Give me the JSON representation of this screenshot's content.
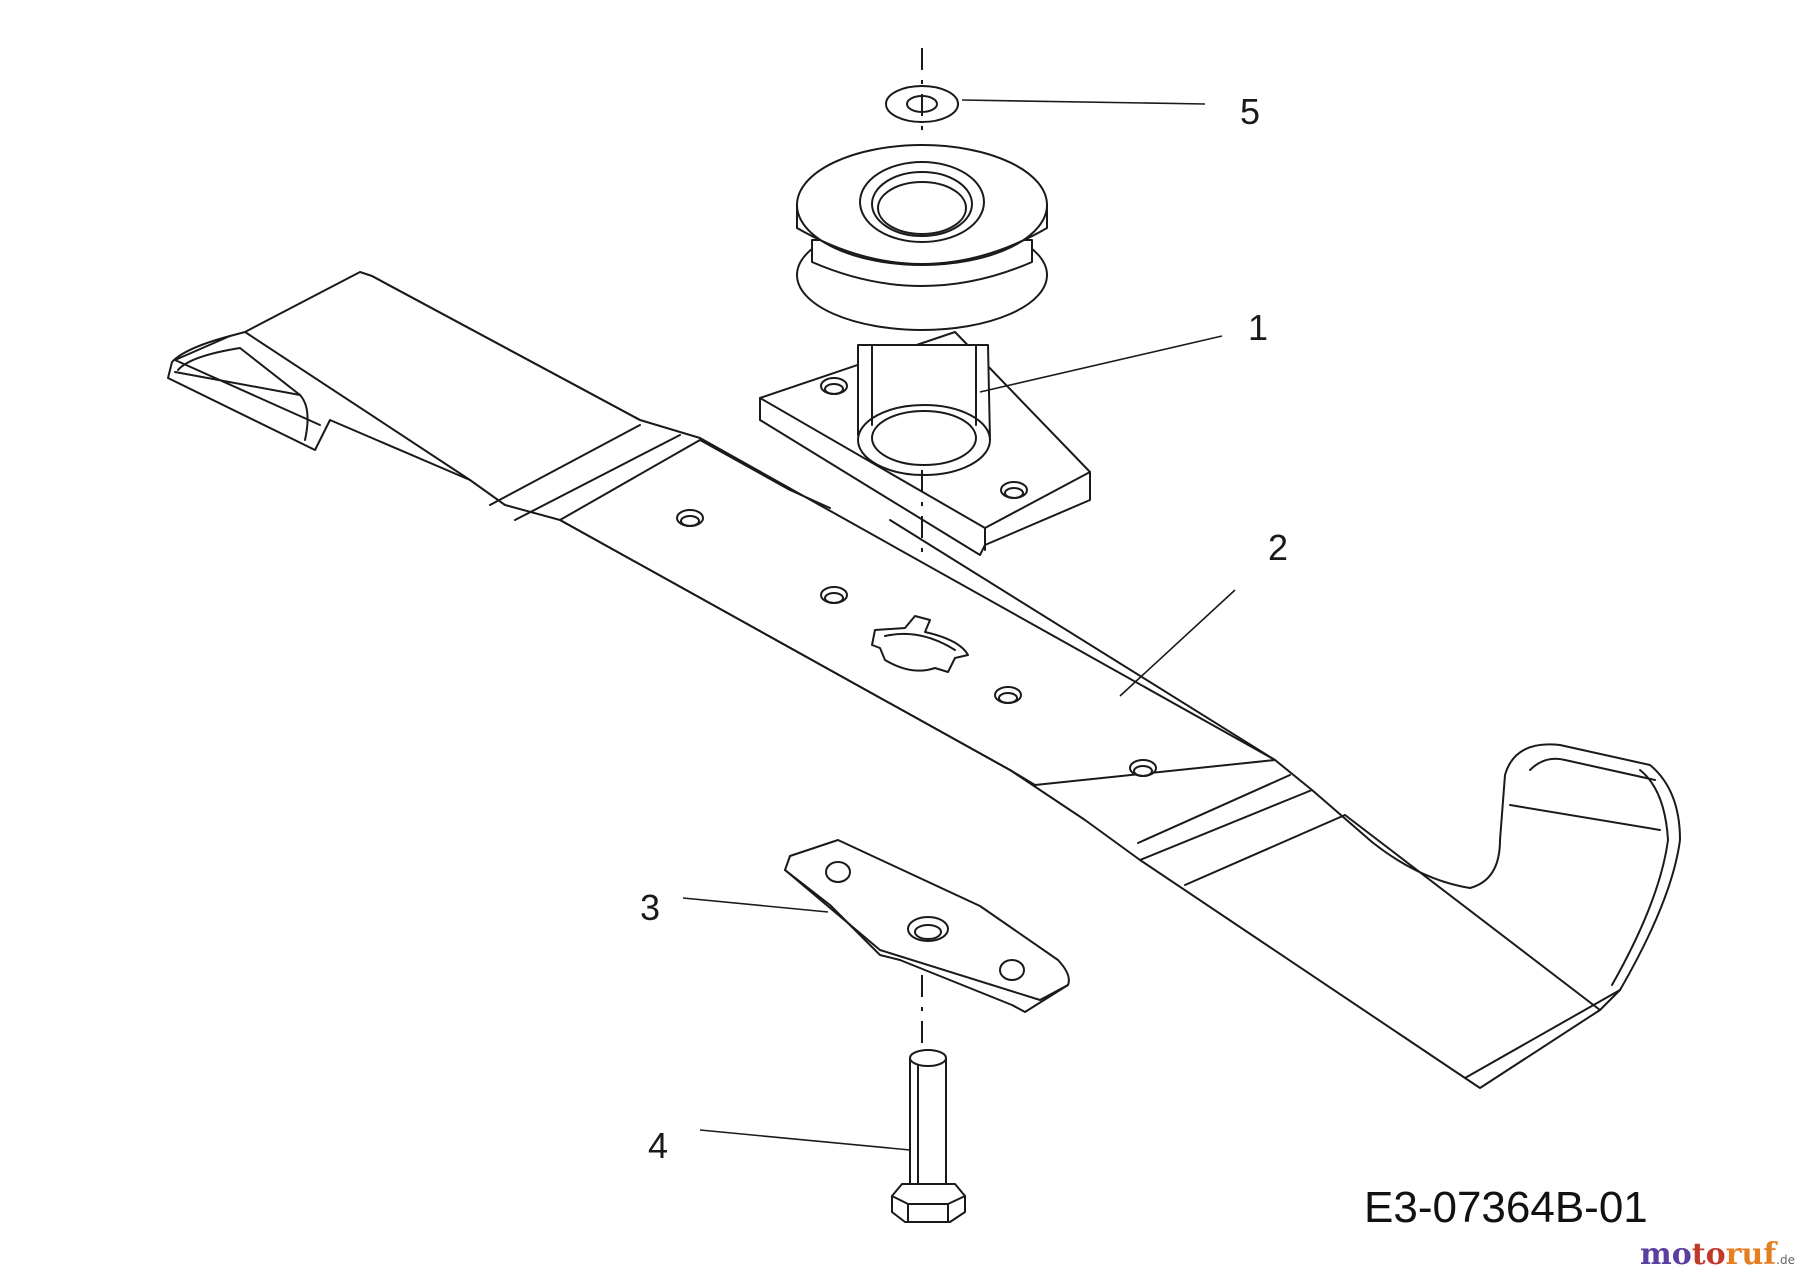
{
  "drawing": {
    "code": "E3-07364B-01",
    "callouts": [
      {
        "id": "1",
        "label": "1"
      },
      {
        "id": "2",
        "label": "2"
      },
      {
        "id": "3",
        "label": "3"
      },
      {
        "id": "4",
        "label": "4"
      },
      {
        "id": "5",
        "label": "5"
      }
    ]
  },
  "watermark": {
    "brand": "motoruf",
    "suffix": ".de",
    "colors": {
      "mo": "#5a3fa0",
      "to": "#c0392b",
      "ruf": "#e67e22"
    }
  }
}
